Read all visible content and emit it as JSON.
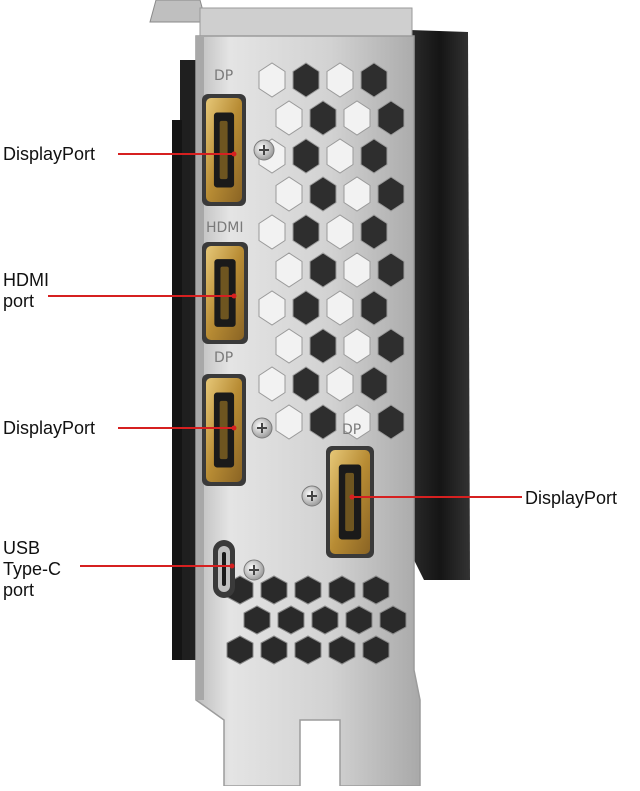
{
  "colors": {
    "background": "#ffffff",
    "bracket_steel": "#d6d6d6",
    "bracket_shadow": "#9c9c9c",
    "card_shroud": "#1e1e1e",
    "port_gold": "#c9a24a",
    "callout_line": "#d62020",
    "label_text": "#111111"
  },
  "bracket": {
    "silkscreen": [
      "DP",
      "HDMI",
      "DP",
      "DP"
    ]
  },
  "callouts": [
    {
      "id": "dp1",
      "label": "DisplayPort"
    },
    {
      "id": "hdmi",
      "label": "HDMI\nport"
    },
    {
      "id": "dp2",
      "label": "DisplayPort"
    },
    {
      "id": "usbc",
      "label": "USB\nType-C\nport"
    },
    {
      "id": "dp3",
      "label": "DisplayPort"
    }
  ]
}
